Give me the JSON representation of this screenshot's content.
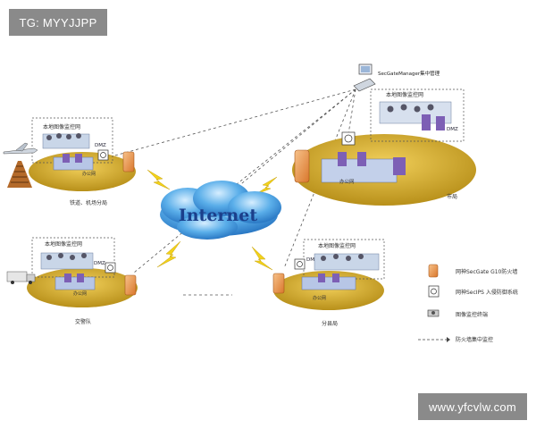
{
  "watermarks": {
    "top_left": "TG: MYYJJPP",
    "bottom_right": "www.yfcvlw.com"
  },
  "cloud_label": "Internet",
  "manager_label": "SecGateManager集中管理",
  "sites": {
    "top_left": {
      "label": "铁道、机场分局",
      "box_title": "本地图像监控网",
      "dmz": "DMZ",
      "office": "办公网"
    },
    "top_right": {
      "label": "市局",
      "box_title": "本地图像监控网",
      "dmz": "DMZ",
      "office": "办公网"
    },
    "bottom_left": {
      "label": "交警队",
      "box_title": "本地图像监控网",
      "dmz": "DMZ",
      "office": "办公网"
    },
    "bottom_right": {
      "label": "分县局",
      "box_title": "本地图像监控网",
      "dmz": "DMZ",
      "office": "办公网"
    }
  },
  "legend": [
    {
      "label": "网神SecGate G10防火墙",
      "icon": "firewall-icon"
    },
    {
      "label": "网神SecIPS 入侵防御系统",
      "icon": "ips-icon"
    },
    {
      "label": "图像监控终端",
      "icon": "camera-terminal-icon"
    },
    {
      "label": "防火墙集中监控",
      "icon": "dashed-line-icon"
    }
  ],
  "colors": {
    "platform_gold": "#c9a227",
    "cloud_blue": "#3a8fd6",
    "internet_text": "#1b3f8b",
    "firewall_orange": "#e89a4c",
    "lightning_yellow": "#f2d21b"
  }
}
